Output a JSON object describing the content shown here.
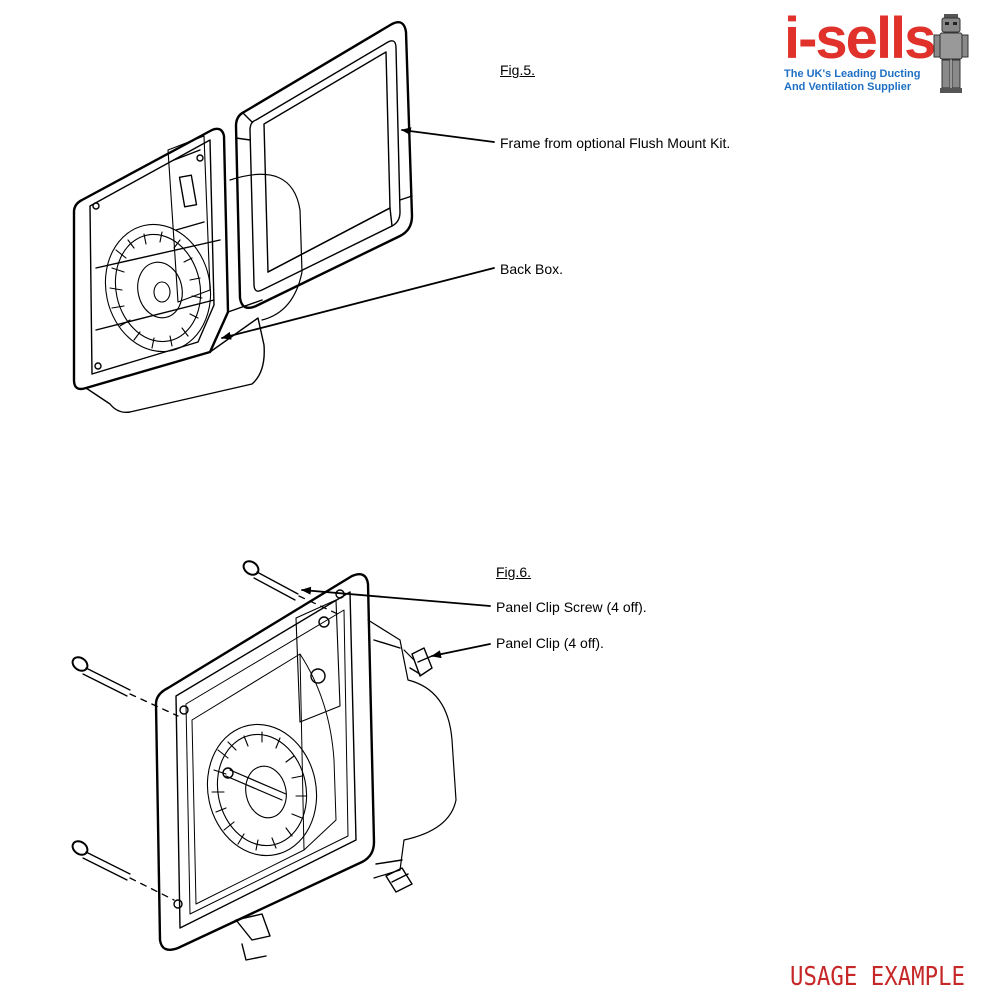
{
  "brand": {
    "name": "i-sells",
    "tagline_line1": "The UK's Leading Ducting",
    "tagline_line2": "And Ventilation Supplier",
    "colors": {
      "name": "#e0312b",
      "tagline": "#1e6fc4"
    },
    "mascot_icon": "robot-mascot-icon"
  },
  "fig5": {
    "label": "Fig.5.",
    "callouts": [
      {
        "text": "Frame from optional Flush Mount Kit."
      },
      {
        "text": "Back Box."
      }
    ]
  },
  "fig6": {
    "label": "Fig.6.",
    "callouts": [
      {
        "text": "Panel Clip Screw (4 off)."
      },
      {
        "text": "Panel Clip (4 off)."
      }
    ]
  },
  "watermark": {
    "text": "USAGE EXAMPLE",
    "color": "#c62828"
  }
}
